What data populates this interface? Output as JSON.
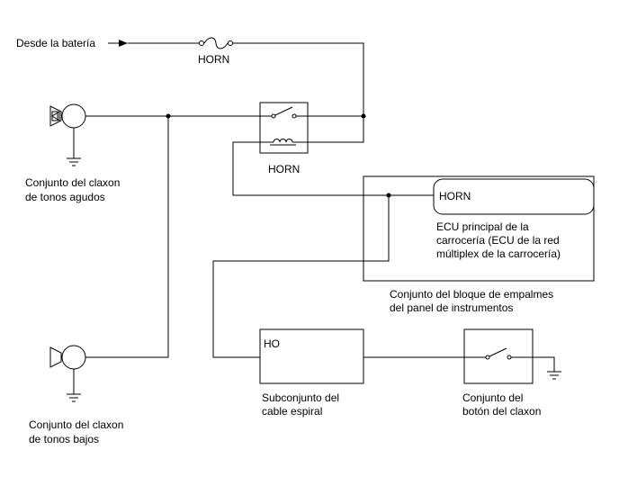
{
  "labels": {
    "battery": "Desde la batería",
    "fuse": "HORN",
    "relay": "HORN",
    "high_horn_line1": "Conjunto del claxon",
    "high_horn_line2": "de tonos agudos",
    "low_horn_line1": "Conjunto del claxon",
    "low_horn_line2": "de tonos bajos",
    "ecu_terminal": "HORN",
    "ecu_line1": "ECU principal de la",
    "ecu_line2": "carrocería (ECU de la red",
    "ecu_line3": "múltiplex de la carrocería)",
    "junction_line1": "Conjunto del bloque de empalmes",
    "junction_line2": "del panel de instrumentos",
    "spiral_terminal": "HO",
    "spiral_line1": "Subconjunto del",
    "spiral_line2": "cable espiral",
    "button_line1": "Conjunto del",
    "button_line2": "botón del claxon"
  }
}
